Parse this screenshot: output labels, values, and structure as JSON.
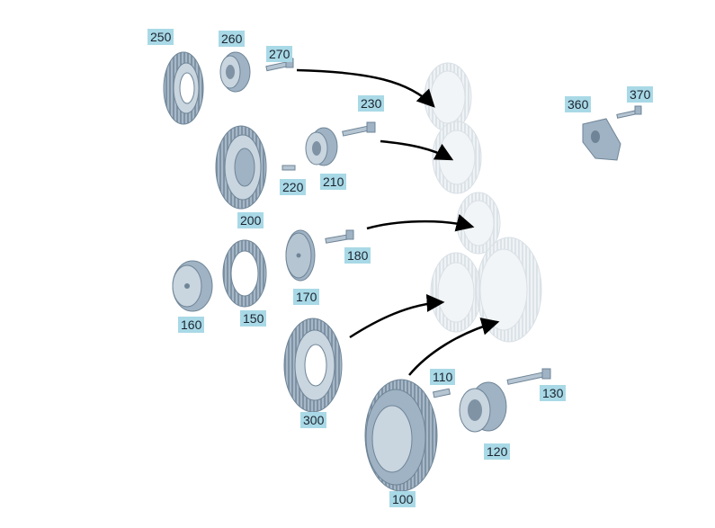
{
  "parts": [
    {
      "id": "p250",
      "number": "250"
    },
    {
      "id": "p260",
      "number": "260"
    },
    {
      "id": "p270",
      "number": "270"
    },
    {
      "id": "p230",
      "number": "230"
    },
    {
      "id": "p360",
      "number": "360"
    },
    {
      "id": "p370",
      "number": "370"
    },
    {
      "id": "p200",
      "number": "200"
    },
    {
      "id": "p210",
      "number": "210"
    },
    {
      "id": "p220",
      "number": "220"
    },
    {
      "id": "p180",
      "number": "180"
    },
    {
      "id": "p170",
      "number": "170"
    },
    {
      "id": "p160",
      "number": "160"
    },
    {
      "id": "p150",
      "number": "150"
    },
    {
      "id": "p300",
      "number": "300"
    },
    {
      "id": "p110",
      "number": "110"
    },
    {
      "id": "p130",
      "number": "130"
    },
    {
      "id": "p120",
      "number": "120"
    },
    {
      "id": "p100",
      "number": "100"
    }
  ],
  "colors": {
    "label_bg": "#a9d9e6",
    "part": "#9fb3c4",
    "part_dark": "#6f8597",
    "ghost": "#e4eaef",
    "arrow": "#000000"
  }
}
